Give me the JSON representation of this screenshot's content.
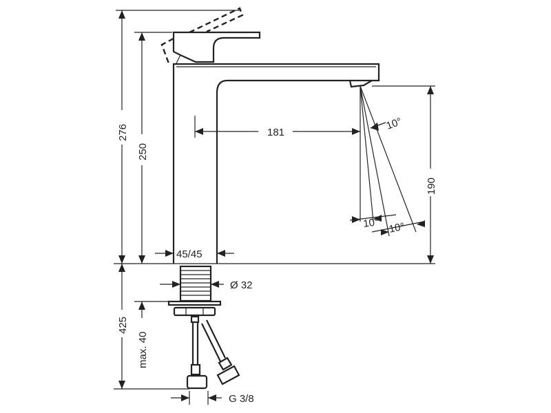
{
  "dimensions": {
    "total_height": "276",
    "handle_height": "250",
    "spout_reach": "181",
    "spout_height": "190",
    "angle_top": "10°",
    "angle_left": "10°",
    "angle_right": "10°",
    "base_size": "45/45",
    "shank_diameter": "Ø 32",
    "hose_length": "425",
    "max_thickness": "max. 40",
    "connection": "G 3/8"
  }
}
